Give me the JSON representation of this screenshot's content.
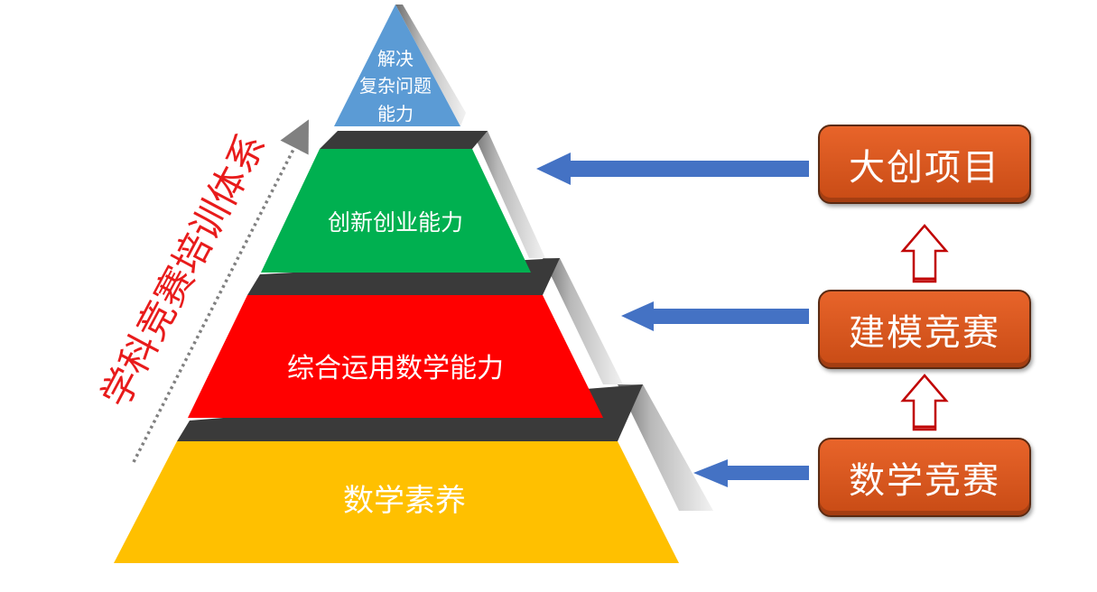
{
  "pyramid": {
    "apex_lines": [
      "解决",
      "复杂问题",
      "能力"
    ],
    "level2": "创新创业能力",
    "level3": "综合运用数学能力",
    "level4": "数学素养"
  },
  "side_label": "学科竞赛培训体系",
  "boxes": {
    "top": "大创项目",
    "middle": "建模竞赛",
    "bottom": "数学竞赛"
  },
  "colors": {
    "apex": "#5b9bd5",
    "level2": "#00b050",
    "level3": "#ff0000",
    "level4": "#ffc000",
    "box": "#e05a1e",
    "arrow": "#4472c4",
    "side_label": "#e81b1b"
  }
}
